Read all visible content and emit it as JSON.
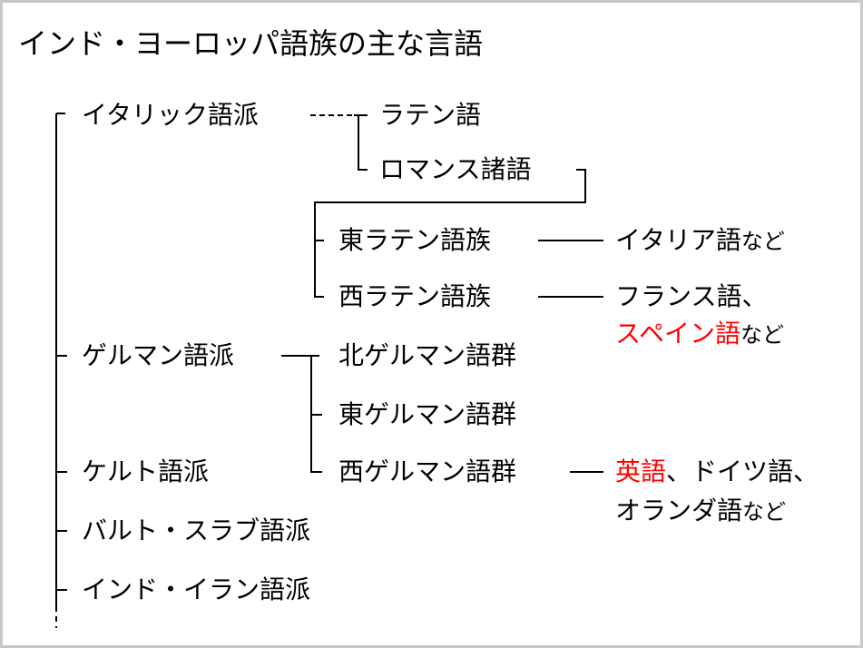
{
  "title": "インド・ヨーロッパ語族の主な言語",
  "branches": {
    "italic": "イタリック語派",
    "germanic": "ゲルマン語派",
    "celtic": "ケルト語派",
    "balto_slavic": "バルト・スラブ語派",
    "indo_iranian": "インド・イラン語派"
  },
  "italic_children": {
    "latin": "ラテン語",
    "romance": "ロマンス諸語"
  },
  "romance_children": {
    "east": "東ラテン語族",
    "west": "西ラテン語族"
  },
  "germanic_children": {
    "north": "北ゲルマン語群",
    "east": "東ゲルマン語群",
    "west": "西ゲルマン語群"
  },
  "examples": {
    "east_latin": {
      "main": "イタリア語",
      "suffix": "など"
    },
    "west_latin": {
      "line1": "フランス語、",
      "highlight": "スペイン語",
      "suffix": "など"
    },
    "west_germanic": {
      "highlight": "英語",
      "line1_rest": "、ドイツ語、",
      "line2": "オランダ語",
      "suffix": "など"
    }
  },
  "colors": {
    "highlight": "#ff0000",
    "frame": "#c8c8c8"
  }
}
